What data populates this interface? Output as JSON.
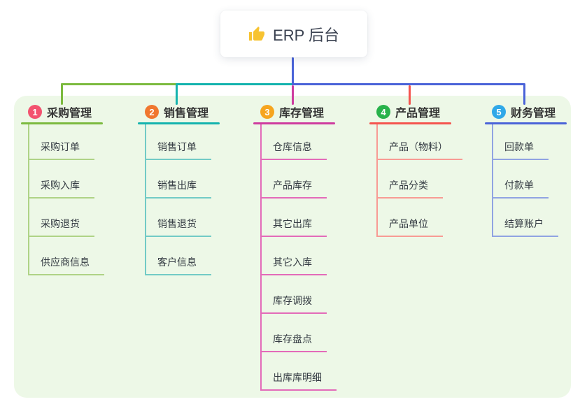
{
  "root": {
    "title": "ERP 后台",
    "icon": "thumbs-up-icon",
    "icon_color": "#F7C331"
  },
  "colors": {
    "panel_bg": "#EDF8E7",
    "stem_blue": "#4A63D8",
    "left_teal": "#14B3AE",
    "left_green": "#7CBA3F",
    "right_blue": "#4A63D8",
    "text_dark": "#333A42"
  },
  "branches": [
    {
      "badge": "1",
      "label": "采购管理",
      "badge_color": "#F3536F",
      "line_color": "#7CBA3F",
      "child_line_color": "#AFD386",
      "children": [
        "采购订单",
        "采购入库",
        "采购退货",
        "供应商信息"
      ]
    },
    {
      "badge": "2",
      "label": "销售管理",
      "badge_color": "#F0772F",
      "line_color": "#14B3AE",
      "child_line_color": "#72CBC6",
      "children": [
        "销售订单",
        "销售出库",
        "销售退货",
        "客户信息"
      ]
    },
    {
      "badge": "3",
      "label": "库存管理",
      "badge_color": "#F6A51F",
      "line_color": "#CE3C9F",
      "child_line_color": "#E36BB9",
      "children": [
        "仓库信息",
        "产品库存",
        "其它出库",
        "其它入库",
        "库存调拨",
        "库存盘点",
        "出库库明细"
      ]
    },
    {
      "badge": "4",
      "label": "产品管理",
      "badge_color": "#28B24B",
      "line_color": "#F4544E",
      "child_line_color": "#F89B94",
      "children": [
        "产品（物料）",
        "产品分类",
        "产品单位"
      ]
    },
    {
      "badge": "5",
      "label": "财务管理",
      "badge_color": "#30A8E8",
      "line_color": "#4A63D8",
      "child_line_color": "#90A3E2",
      "children": [
        "回款单",
        "付款单",
        "结算账户"
      ]
    }
  ]
}
